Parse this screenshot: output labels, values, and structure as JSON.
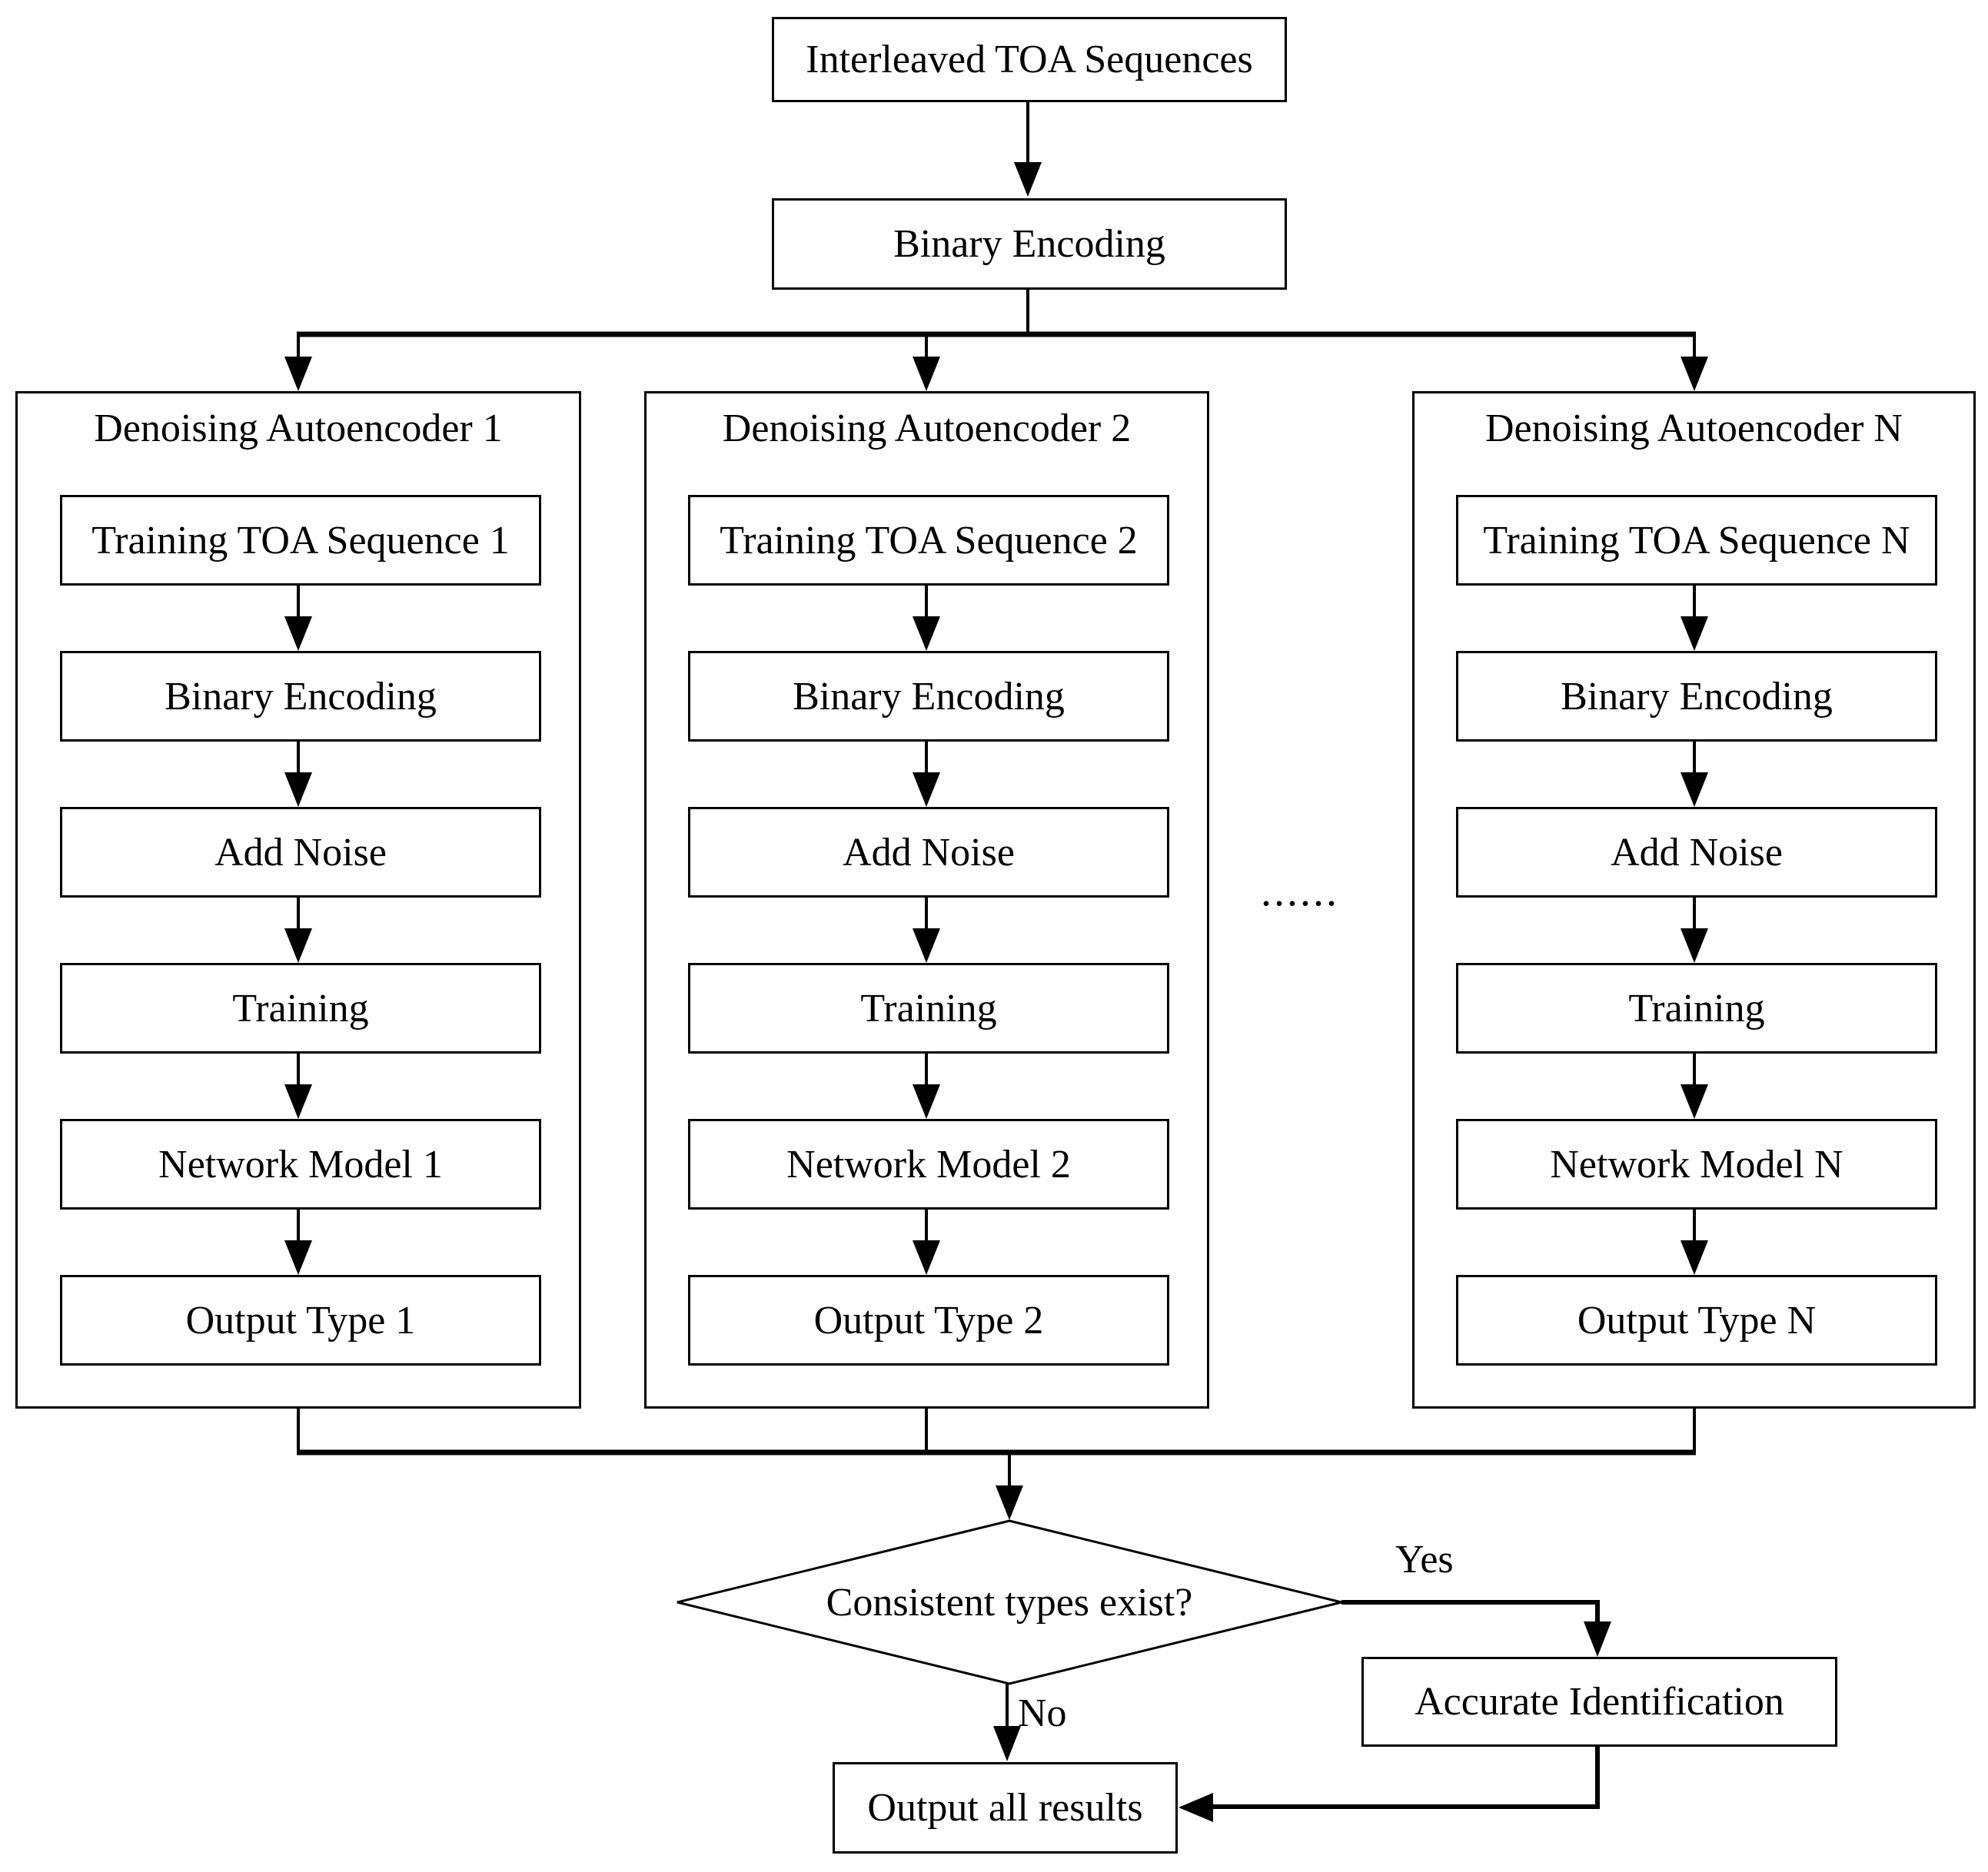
{
  "figure": {
    "top_box_label": "Interleaved TOA Sequences",
    "encoding_box_label": "Binary Encoding",
    "columns": [
      {
        "title": "Denoising Autoencoder 1",
        "steps": [
          "Training TOA Sequence 1",
          "Binary Encoding",
          "Add Noise",
          "Training",
          "Network Model 1",
          "Output Type 1"
        ]
      },
      {
        "title": "Denoising Autoencoder 2",
        "steps": [
          "Training TOA Sequence 2",
          "Binary Encoding",
          "Add Noise",
          "Training",
          "Network Model 2",
          "Output Type 2"
        ]
      },
      {
        "title": "Denoising Autoencoder N",
        "steps": [
          "Training TOA Sequence N",
          "Binary Encoding",
          "Add Noise",
          "Training",
          "Network Model N",
          "Output Type N"
        ]
      }
    ],
    "ellipsis": "......",
    "decision_label": "Consistent types exist?",
    "yes_label": "Yes",
    "no_label": "No",
    "accurate_box_label": "Accurate Identification",
    "output_box_label": "Output all results",
    "colors": {
      "ink": "#000000",
      "paper": "#ffffff"
    }
  }
}
